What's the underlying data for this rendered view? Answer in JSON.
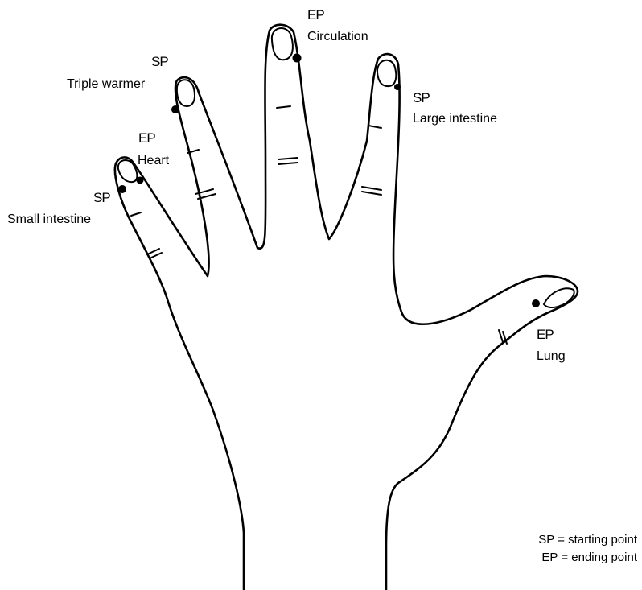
{
  "points": [
    {
      "id": "small-intestine",
      "code": "SP",
      "meridian": "Small intestine"
    },
    {
      "id": "heart",
      "code": "EP",
      "meridian": "Heart"
    },
    {
      "id": "triple-warmer",
      "code": "SP",
      "meridian": "Triple warmer"
    },
    {
      "id": "circulation",
      "code": "EP",
      "meridian": "Circulation"
    },
    {
      "id": "large-intestine",
      "code": "SP",
      "meridian": "Large intestine"
    },
    {
      "id": "lung",
      "code": "EP",
      "meridian": "Lung"
    }
  ],
  "legend": {
    "sp": "SP = starting point",
    "ep": "EP = ending point"
  },
  "colors": {
    "ink": "#000000",
    "paper": "#ffffff"
  }
}
